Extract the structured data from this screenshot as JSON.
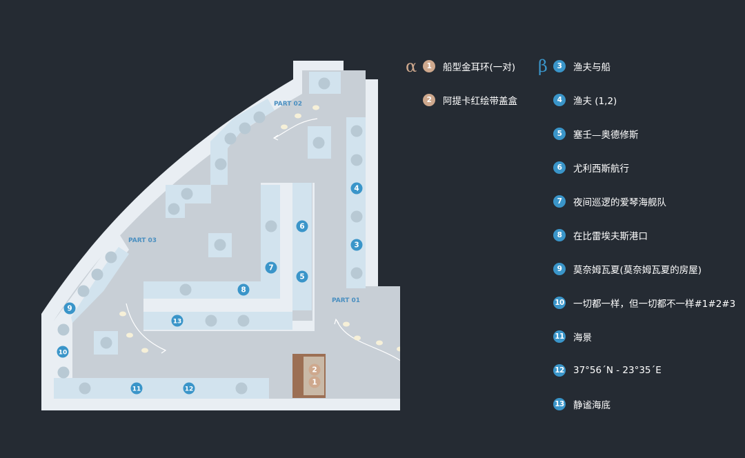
{
  "colors": {
    "background": "#252b33",
    "outer_wall": "#e9eef3",
    "floor": "#c8cfd6",
    "panel": "#d2e3ee",
    "circle": "#b8c9d4",
    "blue_badge": "#3a95c9",
    "tan_badge": "#cea88d",
    "case_brown": "#9c6f54",
    "part_label": "#4a8fc0",
    "alpha": "#cea88d",
    "beta": "#3a95c9"
  },
  "map": {
    "part_labels": [
      "PART 01",
      "PART 02",
      "PART 03"
    ],
    "entrance_icon": "up-arrow-icon",
    "footprint_icon": "footprint-icon"
  },
  "legend": {
    "alpha_symbol": "α",
    "beta_symbol": "β",
    "alpha_items": [
      {
        "num": "1",
        "text": "船型金耳环(一对)"
      },
      {
        "num": "2",
        "text": "阿提卡红绘带盖盒"
      }
    ],
    "beta_items": [
      {
        "num": "3",
        "text": "渔夫与船"
      },
      {
        "num": "4",
        "text": "渔夫 (1,2)"
      },
      {
        "num": "5",
        "text": "塞壬—奥德修斯"
      },
      {
        "num": "6",
        "text": "尤利西斯航行"
      },
      {
        "num": "7",
        "text": "夜间巡逻的爱琴海舰队"
      },
      {
        "num": "8",
        "text": "在比雷埃夫斯港口"
      },
      {
        "num": "9",
        "text": "莫奈姆瓦夏(莫奈姆瓦夏的房屋)"
      },
      {
        "num": "10",
        "text": "一切都一样，但一切都不一样#1#2#3"
      },
      {
        "num": "11",
        "text": "海景"
      },
      {
        "num": "12",
        "text": "37°56´N - 23°35´E"
      },
      {
        "num": "13",
        "text": "静谧海底"
      }
    ]
  }
}
